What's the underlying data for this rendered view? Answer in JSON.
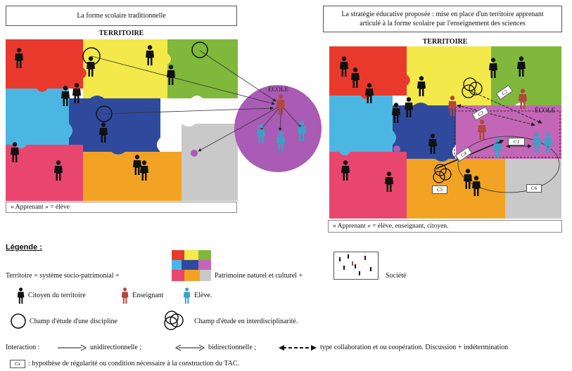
{
  "left_panel": {
    "header": "La forme scolaire traditionnelle",
    "territory_title": "TERRITOIRE",
    "school_label": "ÉCOLE",
    "caption": "« Apprenant » = élève"
  },
  "right_panel": {
    "header_line1": "La stratégie éducative proposée : mise en place d'un territoire apprenant",
    "header_line2": "articulé à la forme scolaire par l'enseignement des sciences",
    "territory_title": "TERRITOIRE",
    "school_label": "ÉCOLE",
    "caption": "« Apprenant » = élève, enseignant, citoyen.",
    "condition_boxes": [
      "C1",
      "C2",
      "C3",
      "C4",
      "C5",
      "C6"
    ]
  },
  "legend": {
    "title": "Légende :",
    "territory_text": "Territoire = système socio-patrimonial  =",
    "patrimoine_text": "Patrimoine naturel et culturel +",
    "societe_text": "Société",
    "citoyen_text": "Citoyen du territoire",
    "enseignant_text": "Enseignant",
    "eleve_text": "Elève.",
    "discipline_text": "Champ d'étude d'une discipline",
    "interdisc_text": "Champ d'étude en interdisciplinarité.",
    "interaction_label": "Interaction :",
    "uni_text": "unidirectionnelle ;",
    "bi_text": "bidirectionnelle ;",
    "collab_text": "type collaboration et ou coopération. Discussion + indétermination",
    "cx_box": "Cx",
    "cx_text": ": hypothèse de régularité ou condition nécessaire à la construction du TAC."
  },
  "colors": {
    "red": "#e8392c",
    "yellow": "#f3e94a",
    "green": "#7fb83b",
    "cyan": "#4cb6e3",
    "navy": "#2f4a9c",
    "orange": "#f2a324",
    "pink": "#e8466e",
    "gray": "#c9c9c9",
    "purple": "#a95bb5",
    "teacher": "#b2473c",
    "student": "#3e9fc6"
  }
}
